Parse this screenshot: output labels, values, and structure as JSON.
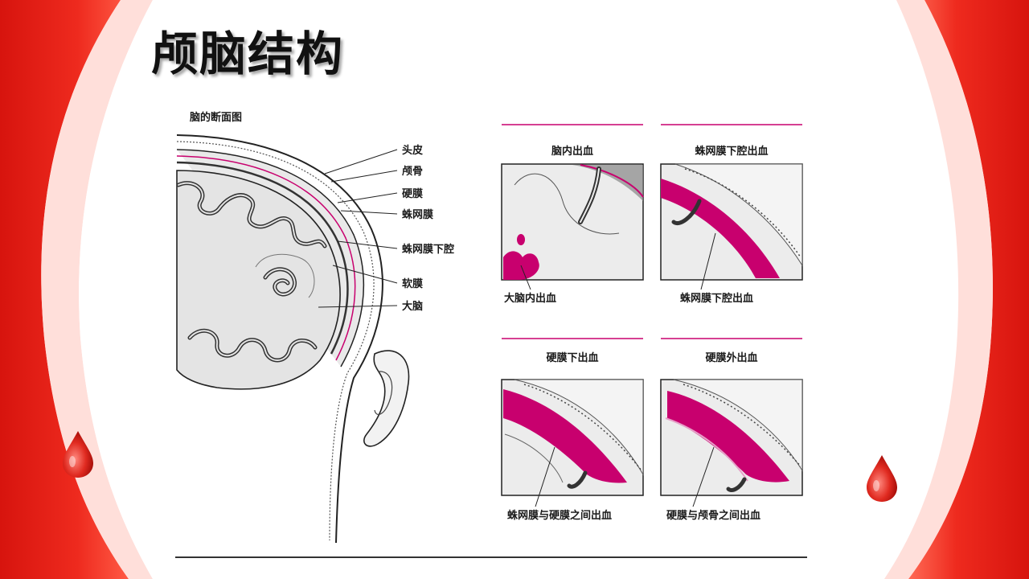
{
  "slide": {
    "title": "颅脑结构",
    "accent_red": "#e8231b",
    "magenta": "#c8006e"
  },
  "cross_section": {
    "heading": "脑的断面图",
    "labels": [
      "头皮",
      "颅骨",
      "硬膜",
      "蛛网膜",
      "蛛网膜下腔",
      "软膜",
      "大脑"
    ]
  },
  "panels": [
    {
      "title": "脑内出血",
      "caption": "大脑内出血"
    },
    {
      "title": "蛛网膜下腔出血",
      "caption": "蛛网膜下腔出血"
    },
    {
      "title": "硬膜下出血",
      "caption": "蛛网膜与硬膜之间出血"
    },
    {
      "title": "硬膜外出血",
      "caption": "硬膜与颅骨之间出血"
    }
  ]
}
